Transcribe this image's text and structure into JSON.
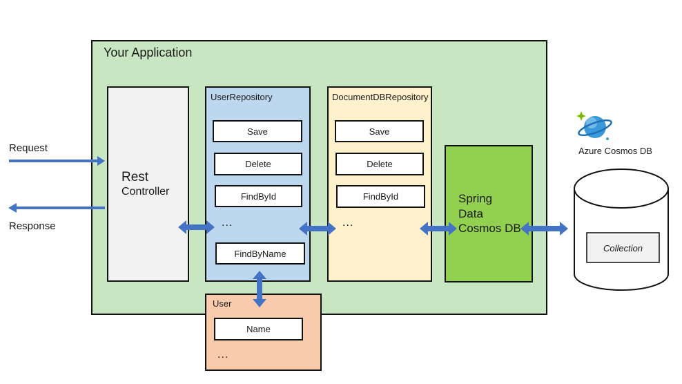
{
  "diagram": {
    "app_title": "Your Application",
    "request_label": "Request",
    "response_label": "Response",
    "rest_controller": {
      "line1": "Rest",
      "line2": "Controller"
    },
    "user_repository": {
      "title": "UserRepository",
      "methods": [
        "Save",
        "Delete",
        "FindById",
        "...",
        "FindByName"
      ]
    },
    "document_repository": {
      "title": "DocumentDBRepository",
      "methods": [
        "Save",
        "Delete",
        "FindById",
        "..."
      ]
    },
    "spring_data": {
      "line1": "Spring",
      "line2": "Data",
      "line3": "Cosmos DB"
    },
    "user_entity": {
      "title": "User",
      "field": "Name",
      "more": "..."
    },
    "cosmos": {
      "label": "Azure Cosmos DB",
      "collection": "Collection",
      "icon": "cosmos-db-planet-icon"
    },
    "colors": {
      "app_bg": "#c7e6c1",
      "rest_bg": "#f2f2f2",
      "user_repo_bg": "#bdd7ee",
      "doc_repo_bg": "#fff1cc",
      "spring_bg": "#92d050",
      "user_bg": "#f8cbad",
      "arrow": "#4472c4"
    }
  }
}
